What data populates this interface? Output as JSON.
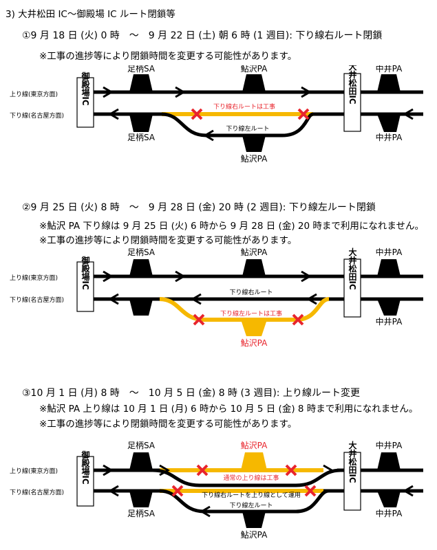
{
  "heading": "3) 大井松田 IC～御殿場 IC ルート閉鎖等",
  "labels": {
    "up_line": "上り線(東京方面)",
    "down_line": "下り線(名古屋方面)",
    "gotemba_ic": "御殿場IC",
    "oimatsuda_ic": "大井松田IC",
    "ashigara_sa": "足柄SA",
    "ayuzawa_pa": "鮎沢PA",
    "nakai_pa": "中井PA"
  },
  "sections": [
    {
      "title": "①9 月 18 日 (火) 0 時　～　9 月 22 日 (土) 朝 6 時 (1 週目): 下り線右ルート閉鎖",
      "notes": [
        "※工事の進捗等により閉鎖時間を変更する可能性があります。"
      ],
      "diagram": {
        "work_label": "下り線右ルートは工事",
        "route_label": "下り線左ルート"
      }
    },
    {
      "title": "②9 月 25 日 (火) 8 時　～　9 月 28 日 (金) 20 時 (2 週目): 下り線左ルート閉鎖",
      "notes": [
        "※鮎沢 PA 下り線は 9 月 25 日 (火) 6 時から 9 月 28 日 (金) 20 時まで利用になれません。",
        "※工事の進捗等により閉鎖時間を変更する可能性があります。"
      ],
      "diagram": {
        "route_label": "下り線右ルート",
        "work_label": "下り線左ルートは工事"
      }
    },
    {
      "title": "③10 月 1 日 (月) 8 時　～　10 月 5 日 (金) 8 時 (3 週目): 上り線ルート変更",
      "notes": [
        "※鮎沢 PA 上り線は 10 月 1 日 (月) 6 時から 10 月 5 日 (金) 8 時まで利用になれません。",
        "※工事の進捗等により閉鎖時間を変更する可能性があります。"
      ],
      "diagram": {
        "work_label": "通常の上り線は工事",
        "route_label": "下り線右ルートを上り線として運用",
        "left_route_label": "下り線左ルート"
      }
    }
  ],
  "colors": {
    "road": "#000000",
    "closed": "#F6B800",
    "cross": "#E8252D",
    "closed_text": "#E8252D"
  }
}
